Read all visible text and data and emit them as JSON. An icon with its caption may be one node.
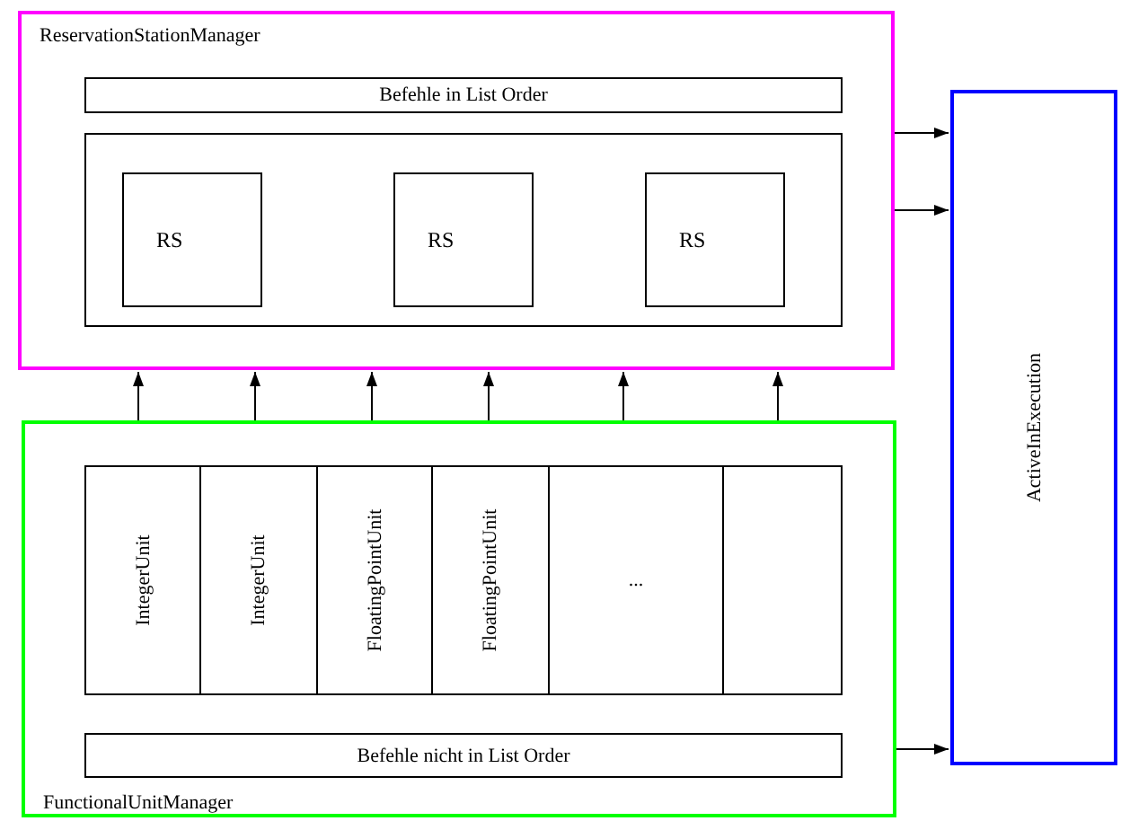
{
  "diagram": {
    "nodes": [
      {
        "text": [
          "ReservationStationManager"
        ]
      },
      {
        "text": [
          "Befehle in List Order"
        ],
        "in": 0
      },
      {
        "text": [],
        "shape": "box",
        "in": 0
      },
      {
        "text": [
          "RS"
        ],
        "in": 2
      },
      {
        "text": [
          "RS"
        ],
        "in": 2
      },
      {
        "text": [
          "RS"
        ],
        "in": 2
      },
      {
        "text": [
          "FunctionalUnitManager"
        ]
      },
      {
        "text": [
          "IntegerUnit"
        ],
        "in": 6
      },
      {
        "text": [
          "IntegerUnit"
        ],
        "in": 6
      },
      {
        "text": [
          "FloatingPointUnit"
        ],
        "in": 6
      },
      {
        "text": [
          "FloatingPointUnit"
        ],
        "in": 6
      },
      {
        "text": [
          "..."
        ],
        "in": 6
      },
      {
        "text": [],
        "shape": "box",
        "in": 6
      },
      {
        "text": [
          "Befehle nicht in List Order"
        ],
        "in": 6
      },
      {
        "text": [
          "ActiveInExecution"
        ]
      }
    ],
    "edges": [
      {
        "from": 6,
        "to": 0,
        "arrow": "to"
      },
      {
        "from": 6,
        "to": 0,
        "arrow": "to"
      },
      {
        "from": 6,
        "to": 0,
        "arrow": "to"
      },
      {
        "from": 6,
        "to": 0,
        "arrow": "to"
      },
      {
        "from": 6,
        "to": 0,
        "arrow": "to"
      },
      {
        "from": 6,
        "to": 0,
        "arrow": "to"
      },
      {
        "from": 0,
        "to": 14,
        "arrow": "to"
      },
      {
        "from": 0,
        "to": 14,
        "arrow": "to"
      },
      {
        "from": 6,
        "to": 14,
        "arrow": "to"
      }
    ]
  }
}
